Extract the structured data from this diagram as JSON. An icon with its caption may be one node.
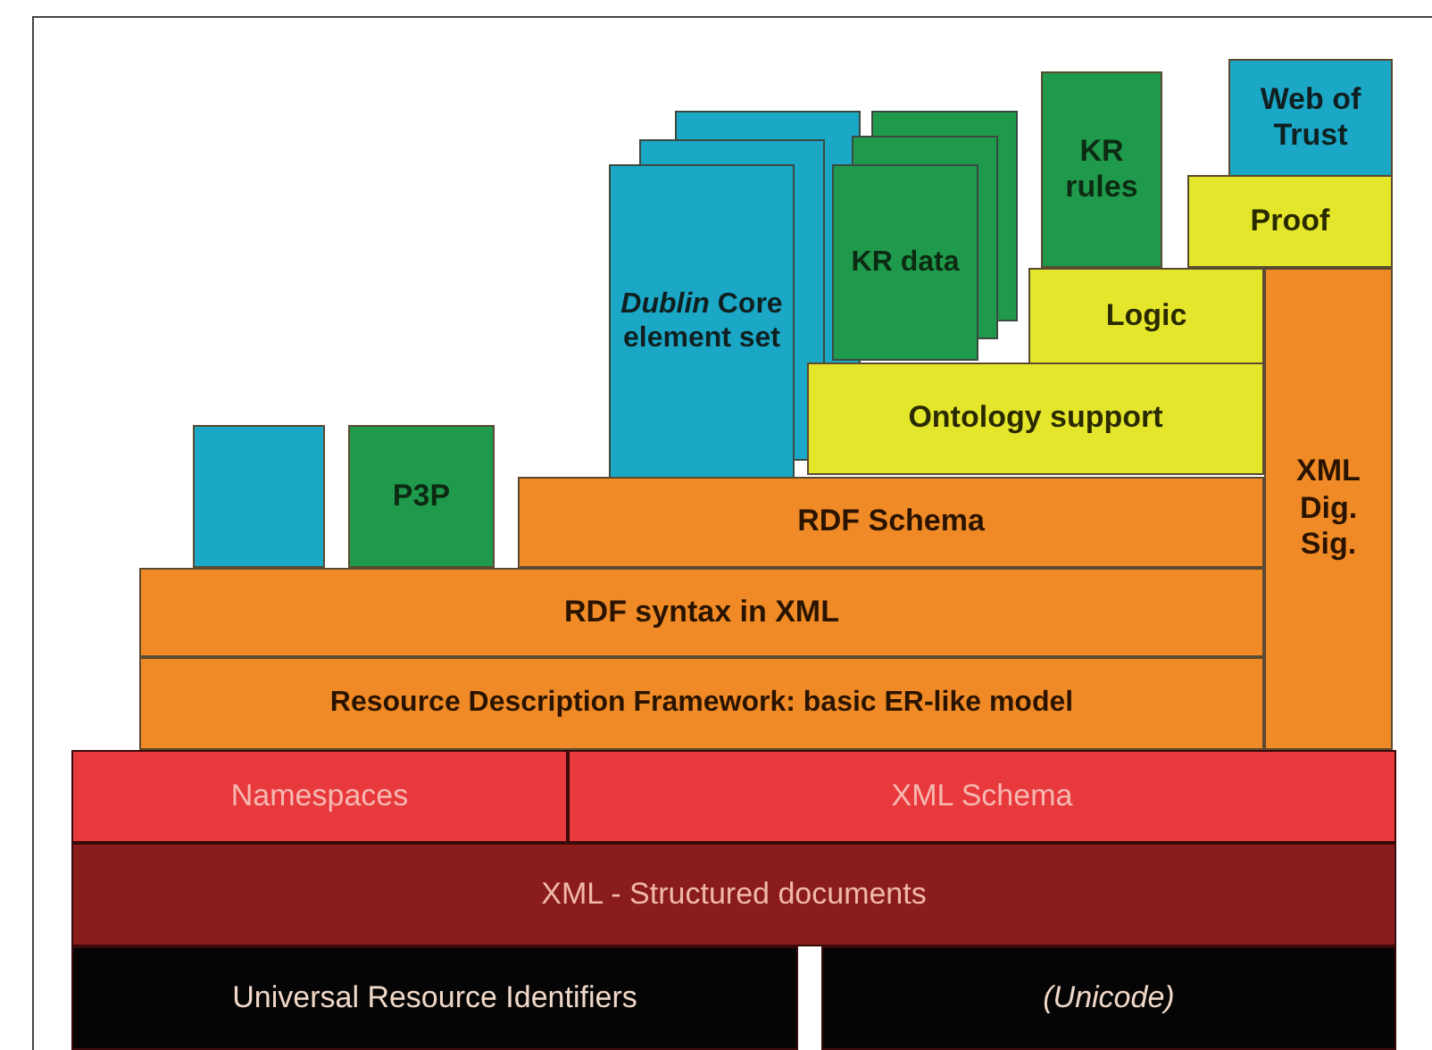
{
  "diagram": {
    "nodes": [
      {
        "text": [
          "Web of Trust"
        ]
      },
      {
        "text": [
          "KR rules"
        ]
      },
      {
        "text": [
          "*Dublin* Core element set"
        ]
      },
      {
        "text": [
          "KR data"
        ]
      },
      {
        "text": [
          "Proof"
        ]
      },
      {
        "text": [
          "Logic"
        ]
      },
      {
        "text": [
          "Ontology support"
        ]
      },
      {
        "text": [
          "XML Dig. Sig."
        ]
      },
      {
        "text": [],
        "shape": "box"
      },
      {
        "text": [
          "P3P"
        ]
      },
      {
        "text": [
          "RDF Schema"
        ]
      },
      {
        "text": [
          "RDF syntax in XML"
        ]
      },
      {
        "text": [
          "Resource Description Framework: basic ER-like model"
        ]
      },
      {
        "text": [
          "Namespaces"
        ]
      },
      {
        "text": [
          "XML Schema"
        ]
      },
      {
        "text": [
          "XML - Structured documents"
        ]
      },
      {
        "text": [
          "Universal Resource Identifiers"
        ]
      },
      {
        "text": [
          "(Unicode)"
        ]
      }
    ]
  }
}
